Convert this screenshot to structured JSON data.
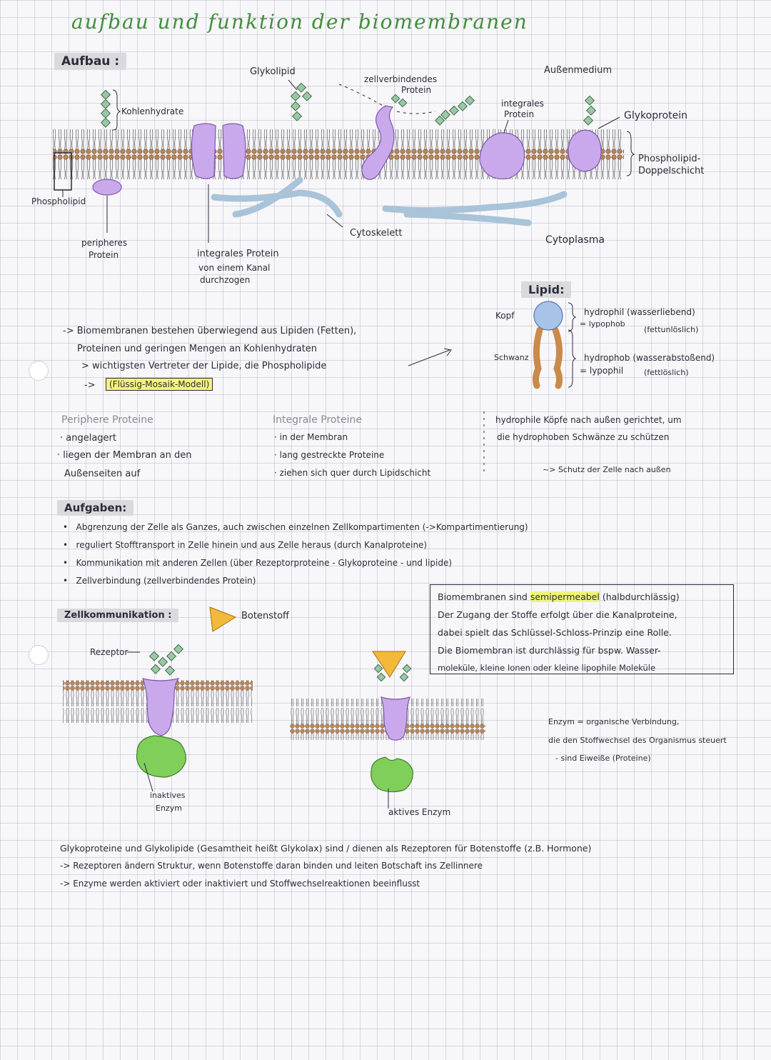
{
  "title": "aufbau und funktion der biomembranen",
  "section_aufbau": {
    "heading": "Aufbau :",
    "labels": {
      "kohlenhydrate": "Kohlenhydrate",
      "glykolipid": "Glykolipid",
      "zellverbindendes_line1": "zellverbindendes",
      "zellverbindendes_line2": "Protein",
      "aussenmedium": "Außenmedium",
      "integrales_protein_line1": "integrales",
      "integrales_protein_line2": "Protein",
      "glykoprotein": "Glykoprotein",
      "phospholipid_doppel_line1": "Phospholipid-",
      "phospholipid_doppel_line2": "Doppelschicht",
      "phospholipid": "Phospholipid",
      "peripheres_line1": "peripheres",
      "peripheres_line2": "Protein",
      "kanal_line1": "integrales Protein",
      "kanal_line2": "von einem Kanal",
      "kanal_line3": "durchzogen",
      "cytoskelett": "Cytoskelett",
      "cytoplasma": "Cytoplasma"
    }
  },
  "lipid": {
    "heading": "Lipid:",
    "kopf": "Kopf",
    "schwanz": "Schwanz",
    "head_line1": "hydrophil   (wasserliebend)",
    "head_line2": "= lypophob",
    "head_line2b": "(fettunlöslich)",
    "tail_line1": "hydrophob  (wasserabstoßend)",
    "tail_line2": "= lypophil",
    "tail_line2b": "(fettlöslich)"
  },
  "summary": {
    "line1": "-> Biomembranen bestehen überwiegend aus Lipiden (Fetten),",
    "line2": "Proteinen und geringen Mengen an Kohlenhydraten",
    "line3": "> wichtigsten Vertreter der Lipide, die Phospholipide",
    "line4_prefix": "->",
    "model": "(Flüssig-Mosaik-Modell)"
  },
  "periphere": {
    "heading": "Periphere Proteine",
    "items": [
      "· angelagert",
      "· liegen der Membran an den",
      "Außenseiten auf"
    ]
  },
  "integrale": {
    "heading": "Integrale Proteine",
    "items": [
      "· in der Membran",
      "· lang gestreckte Proteine",
      "· ziehen sich quer durch Lipidschicht"
    ]
  },
  "hydrophil_note": {
    "line1": "hydrophile Köpfe nach außen gerichtet, um",
    "line2": "die hydrophoben Schwänze zu schützen",
    "line3": "~> Schutz der Zelle nach außen"
  },
  "aufgaben": {
    "heading": "Aufgaben:",
    "items": [
      "Abgrenzung der Zelle als Ganzes, auch zwischen einzelnen Zellkompartimenten (->Kompartimentierung)",
      "reguliert Stofftransport in Zelle hinein und aus Zelle heraus (durch Kanalproteine)",
      "Kommunikation mit anderen Zellen (über Rezeptorproteine - Glykoproteine - und lipide)",
      "Zellverbindung (zellverbindendes Protein)"
    ]
  },
  "semipermeabel_box": {
    "line1_a": "Biomembranen sind ",
    "line1_b": "semipermeabel",
    "line1_c": " (halbdurchlässig)",
    "line2": "Der Zugang der Stoffe erfolgt über die Kanalproteine,",
    "line3": "dabei spielt das Schlüssel-Schloss-Prinzip eine Rolle.",
    "line4": "Die Biomembran ist durchlässig für bspw. Wasser-",
    "line5": "moleküle, kleine Ionen oder kleine lipophile Moleküle"
  },
  "zellkommunikation": {
    "heading": "Zellkommunikation :",
    "botenstoff": "Botenstoff",
    "rezeptor": "Rezeptor",
    "inaktiv_line1": "inaktives",
    "inaktiv_line2": "Enzym",
    "aktiv": "aktives Enzym"
  },
  "enzym_note": {
    "line1": "Enzym = organische Verbindung,",
    "line2": "die den Stoffwechsel des Organismus steuert",
    "line3": "- sind Eiweiße (Proteine)"
  },
  "bottom": {
    "line1": "Glykoproteine und Glykolipide (Gesamtheit heißt Glykolax) sind / dienen als Rezeptoren für Botenstoffe (z.B. Hormone)",
    "line2": "-> Rezeptoren ändern Struktur, wenn Botenstoffe daran binden und leiten Botschaft ins Zellinnere",
    "line3": "-> Enzyme werden aktiviert oder inaktiviert und Stoffwechselreaktionen beeinflusst"
  },
  "colors": {
    "title_green": "#3f8f3a",
    "protein_purple": "#c9a8ec",
    "lipid_head_brown": "#b9875a",
    "cytoskeleton_blue": "#a9c3d9",
    "enzyme_green": "#7fcf5a",
    "messenger_yellow": "#f2b93b",
    "sugar_green": "#9bc7a6",
    "highlight_yellow": "#f4f47a"
  }
}
